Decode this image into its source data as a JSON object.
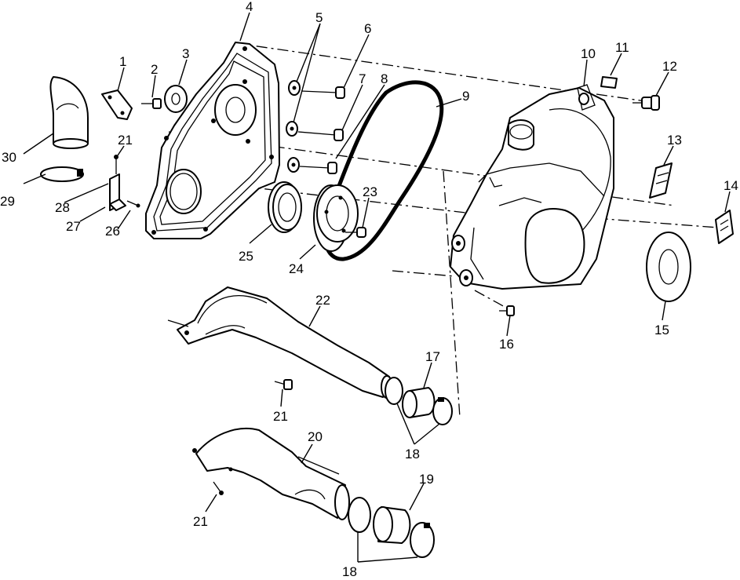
{
  "callouts": {
    "c1": "1",
    "c2": "2",
    "c3": "3",
    "c4": "4",
    "c5": "5",
    "c6": "6",
    "c7": "7",
    "c8": "8",
    "c9": "9",
    "c10": "10",
    "c11": "11",
    "c12": "12",
    "c13": "13",
    "c14": "14",
    "c15": "15",
    "c16": "16",
    "c17": "17",
    "c18a": "18",
    "c18b": "18",
    "c19": "19",
    "c20": "20",
    "c21a": "21",
    "c21b": "21",
    "c21c": "21",
    "c22": "22",
    "c23": "23",
    "c24": "24",
    "c25": "25",
    "c26": "26",
    "c27": "27",
    "c28": "28",
    "c29": "29",
    "c30": "30"
  }
}
